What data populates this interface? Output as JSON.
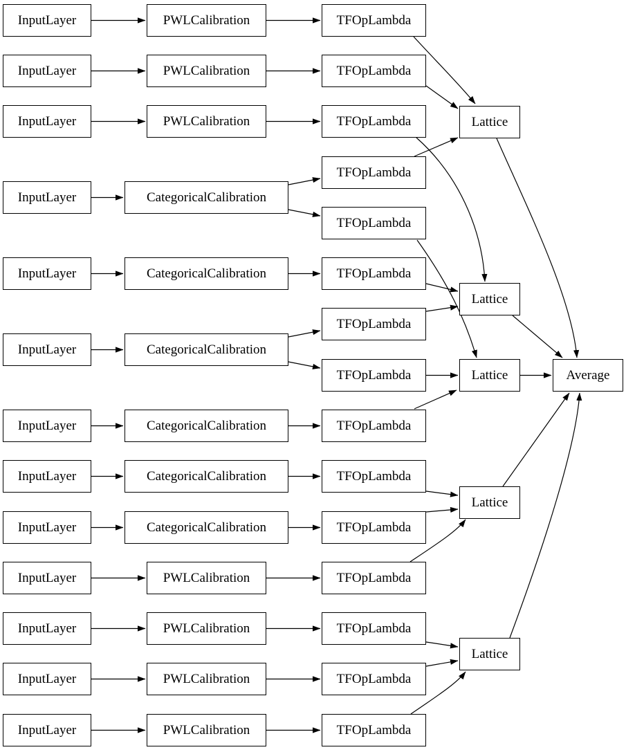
{
  "diagram": {
    "kind": "layered model architecture graph",
    "colors": {
      "background": "#ffffff",
      "node_fill": "#ffffff",
      "node_border": "#000000",
      "edge": "#000000",
      "text": "#000000"
    },
    "nodes": [
      {
        "id": "il1",
        "label": "InputLayer"
      },
      {
        "id": "pwl1",
        "label": "PWLCalibration"
      },
      {
        "id": "tfo1",
        "label": "TFOpLambda"
      },
      {
        "id": "il2",
        "label": "InputLayer"
      },
      {
        "id": "pwl2",
        "label": "PWLCalibration"
      },
      {
        "id": "tfo2",
        "label": "TFOpLambda"
      },
      {
        "id": "il3",
        "label": "InputLayer"
      },
      {
        "id": "pwl3",
        "label": "PWLCalibration"
      },
      {
        "id": "tfo3",
        "label": "TFOpLambda"
      },
      {
        "id": "tfo4a",
        "label": "TFOpLambda"
      },
      {
        "id": "il4",
        "label": "InputLayer"
      },
      {
        "id": "cat1",
        "label": "CategoricalCalibration"
      },
      {
        "id": "tfo4b",
        "label": "TFOpLambda"
      },
      {
        "id": "il5",
        "label": "InputLayer"
      },
      {
        "id": "cat2",
        "label": "CategoricalCalibration"
      },
      {
        "id": "tfo5",
        "label": "TFOpLambda"
      },
      {
        "id": "tfo6a",
        "label": "TFOpLambda"
      },
      {
        "id": "il6",
        "label": "InputLayer"
      },
      {
        "id": "cat3",
        "label": "CategoricalCalibration"
      },
      {
        "id": "tfo6b",
        "label": "TFOpLambda"
      },
      {
        "id": "il7",
        "label": "InputLayer"
      },
      {
        "id": "cat4",
        "label": "CategoricalCalibration"
      },
      {
        "id": "tfo7",
        "label": "TFOpLambda"
      },
      {
        "id": "il8",
        "label": "InputLayer"
      },
      {
        "id": "cat5",
        "label": "CategoricalCalibration"
      },
      {
        "id": "tfo8",
        "label": "TFOpLambda"
      },
      {
        "id": "il9",
        "label": "InputLayer"
      },
      {
        "id": "cat6",
        "label": "CategoricalCalibration"
      },
      {
        "id": "tfo9",
        "label": "TFOpLambda"
      },
      {
        "id": "il10",
        "label": "InputLayer"
      },
      {
        "id": "pwl4",
        "label": "PWLCalibration"
      },
      {
        "id": "tfo10",
        "label": "TFOpLambda"
      },
      {
        "id": "il11",
        "label": "InputLayer"
      },
      {
        "id": "pwl5",
        "label": "PWLCalibration"
      },
      {
        "id": "tfo11",
        "label": "TFOpLambda"
      },
      {
        "id": "il12",
        "label": "InputLayer"
      },
      {
        "id": "pwl6",
        "label": "PWLCalibration"
      },
      {
        "id": "tfo12",
        "label": "TFOpLambda"
      },
      {
        "id": "il13",
        "label": "InputLayer"
      },
      {
        "id": "pwl7",
        "label": "PWLCalibration"
      },
      {
        "id": "tfo13",
        "label": "TFOpLambda"
      },
      {
        "id": "lat1",
        "label": "Lattice"
      },
      {
        "id": "lat2",
        "label": "Lattice"
      },
      {
        "id": "lat3",
        "label": "Lattice"
      },
      {
        "id": "lat4",
        "label": "Lattice"
      },
      {
        "id": "lat5",
        "label": "Lattice"
      },
      {
        "id": "avg",
        "label": "Average"
      }
    ],
    "edges": [
      {
        "from": "il1",
        "to": "pwl1"
      },
      {
        "from": "il2",
        "to": "pwl2"
      },
      {
        "from": "il3",
        "to": "pwl3"
      },
      {
        "from": "il4",
        "to": "cat1"
      },
      {
        "from": "il5",
        "to": "cat2"
      },
      {
        "from": "il6",
        "to": "cat3"
      },
      {
        "from": "il7",
        "to": "cat4"
      },
      {
        "from": "il8",
        "to": "cat5"
      },
      {
        "from": "il9",
        "to": "cat6"
      },
      {
        "from": "il10",
        "to": "pwl4"
      },
      {
        "from": "il11",
        "to": "pwl5"
      },
      {
        "from": "il12",
        "to": "pwl6"
      },
      {
        "from": "il13",
        "to": "pwl7"
      },
      {
        "from": "pwl1",
        "to": "tfo1"
      },
      {
        "from": "pwl2",
        "to": "tfo2"
      },
      {
        "from": "pwl3",
        "to": "tfo3"
      },
      {
        "from": "cat1",
        "to": "tfo4a"
      },
      {
        "from": "cat1",
        "to": "tfo4b"
      },
      {
        "from": "cat2",
        "to": "tfo5"
      },
      {
        "from": "cat3",
        "to": "tfo6a"
      },
      {
        "from": "cat3",
        "to": "tfo6b"
      },
      {
        "from": "cat4",
        "to": "tfo7"
      },
      {
        "from": "cat5",
        "to": "tfo8"
      },
      {
        "from": "cat6",
        "to": "tfo9"
      },
      {
        "from": "pwl4",
        "to": "tfo10"
      },
      {
        "from": "pwl5",
        "to": "tfo11"
      },
      {
        "from": "pwl6",
        "to": "tfo12"
      },
      {
        "from": "pwl7",
        "to": "tfo13"
      },
      {
        "from": "tfo1",
        "to": "lat1"
      },
      {
        "from": "tfo2",
        "to": "lat1"
      },
      {
        "from": "tfo4a",
        "to": "lat1"
      },
      {
        "from": "tfo3",
        "to": "lat2"
      },
      {
        "from": "tfo5",
        "to": "lat2"
      },
      {
        "from": "tfo6a",
        "to": "lat2"
      },
      {
        "from": "tfo4b",
        "to": "lat3"
      },
      {
        "from": "tfo6b",
        "to": "lat3"
      },
      {
        "from": "tfo7",
        "to": "lat3"
      },
      {
        "from": "tfo8",
        "to": "lat4"
      },
      {
        "from": "tfo9",
        "to": "lat4"
      },
      {
        "from": "tfo10",
        "to": "lat4"
      },
      {
        "from": "tfo11",
        "to": "lat5"
      },
      {
        "from": "tfo12",
        "to": "lat5"
      },
      {
        "from": "tfo13",
        "to": "lat5"
      },
      {
        "from": "lat1",
        "to": "avg"
      },
      {
        "from": "lat2",
        "to": "avg"
      },
      {
        "from": "lat3",
        "to": "avg"
      },
      {
        "from": "lat4",
        "to": "avg"
      },
      {
        "from": "lat5",
        "to": "avg"
      }
    ]
  }
}
